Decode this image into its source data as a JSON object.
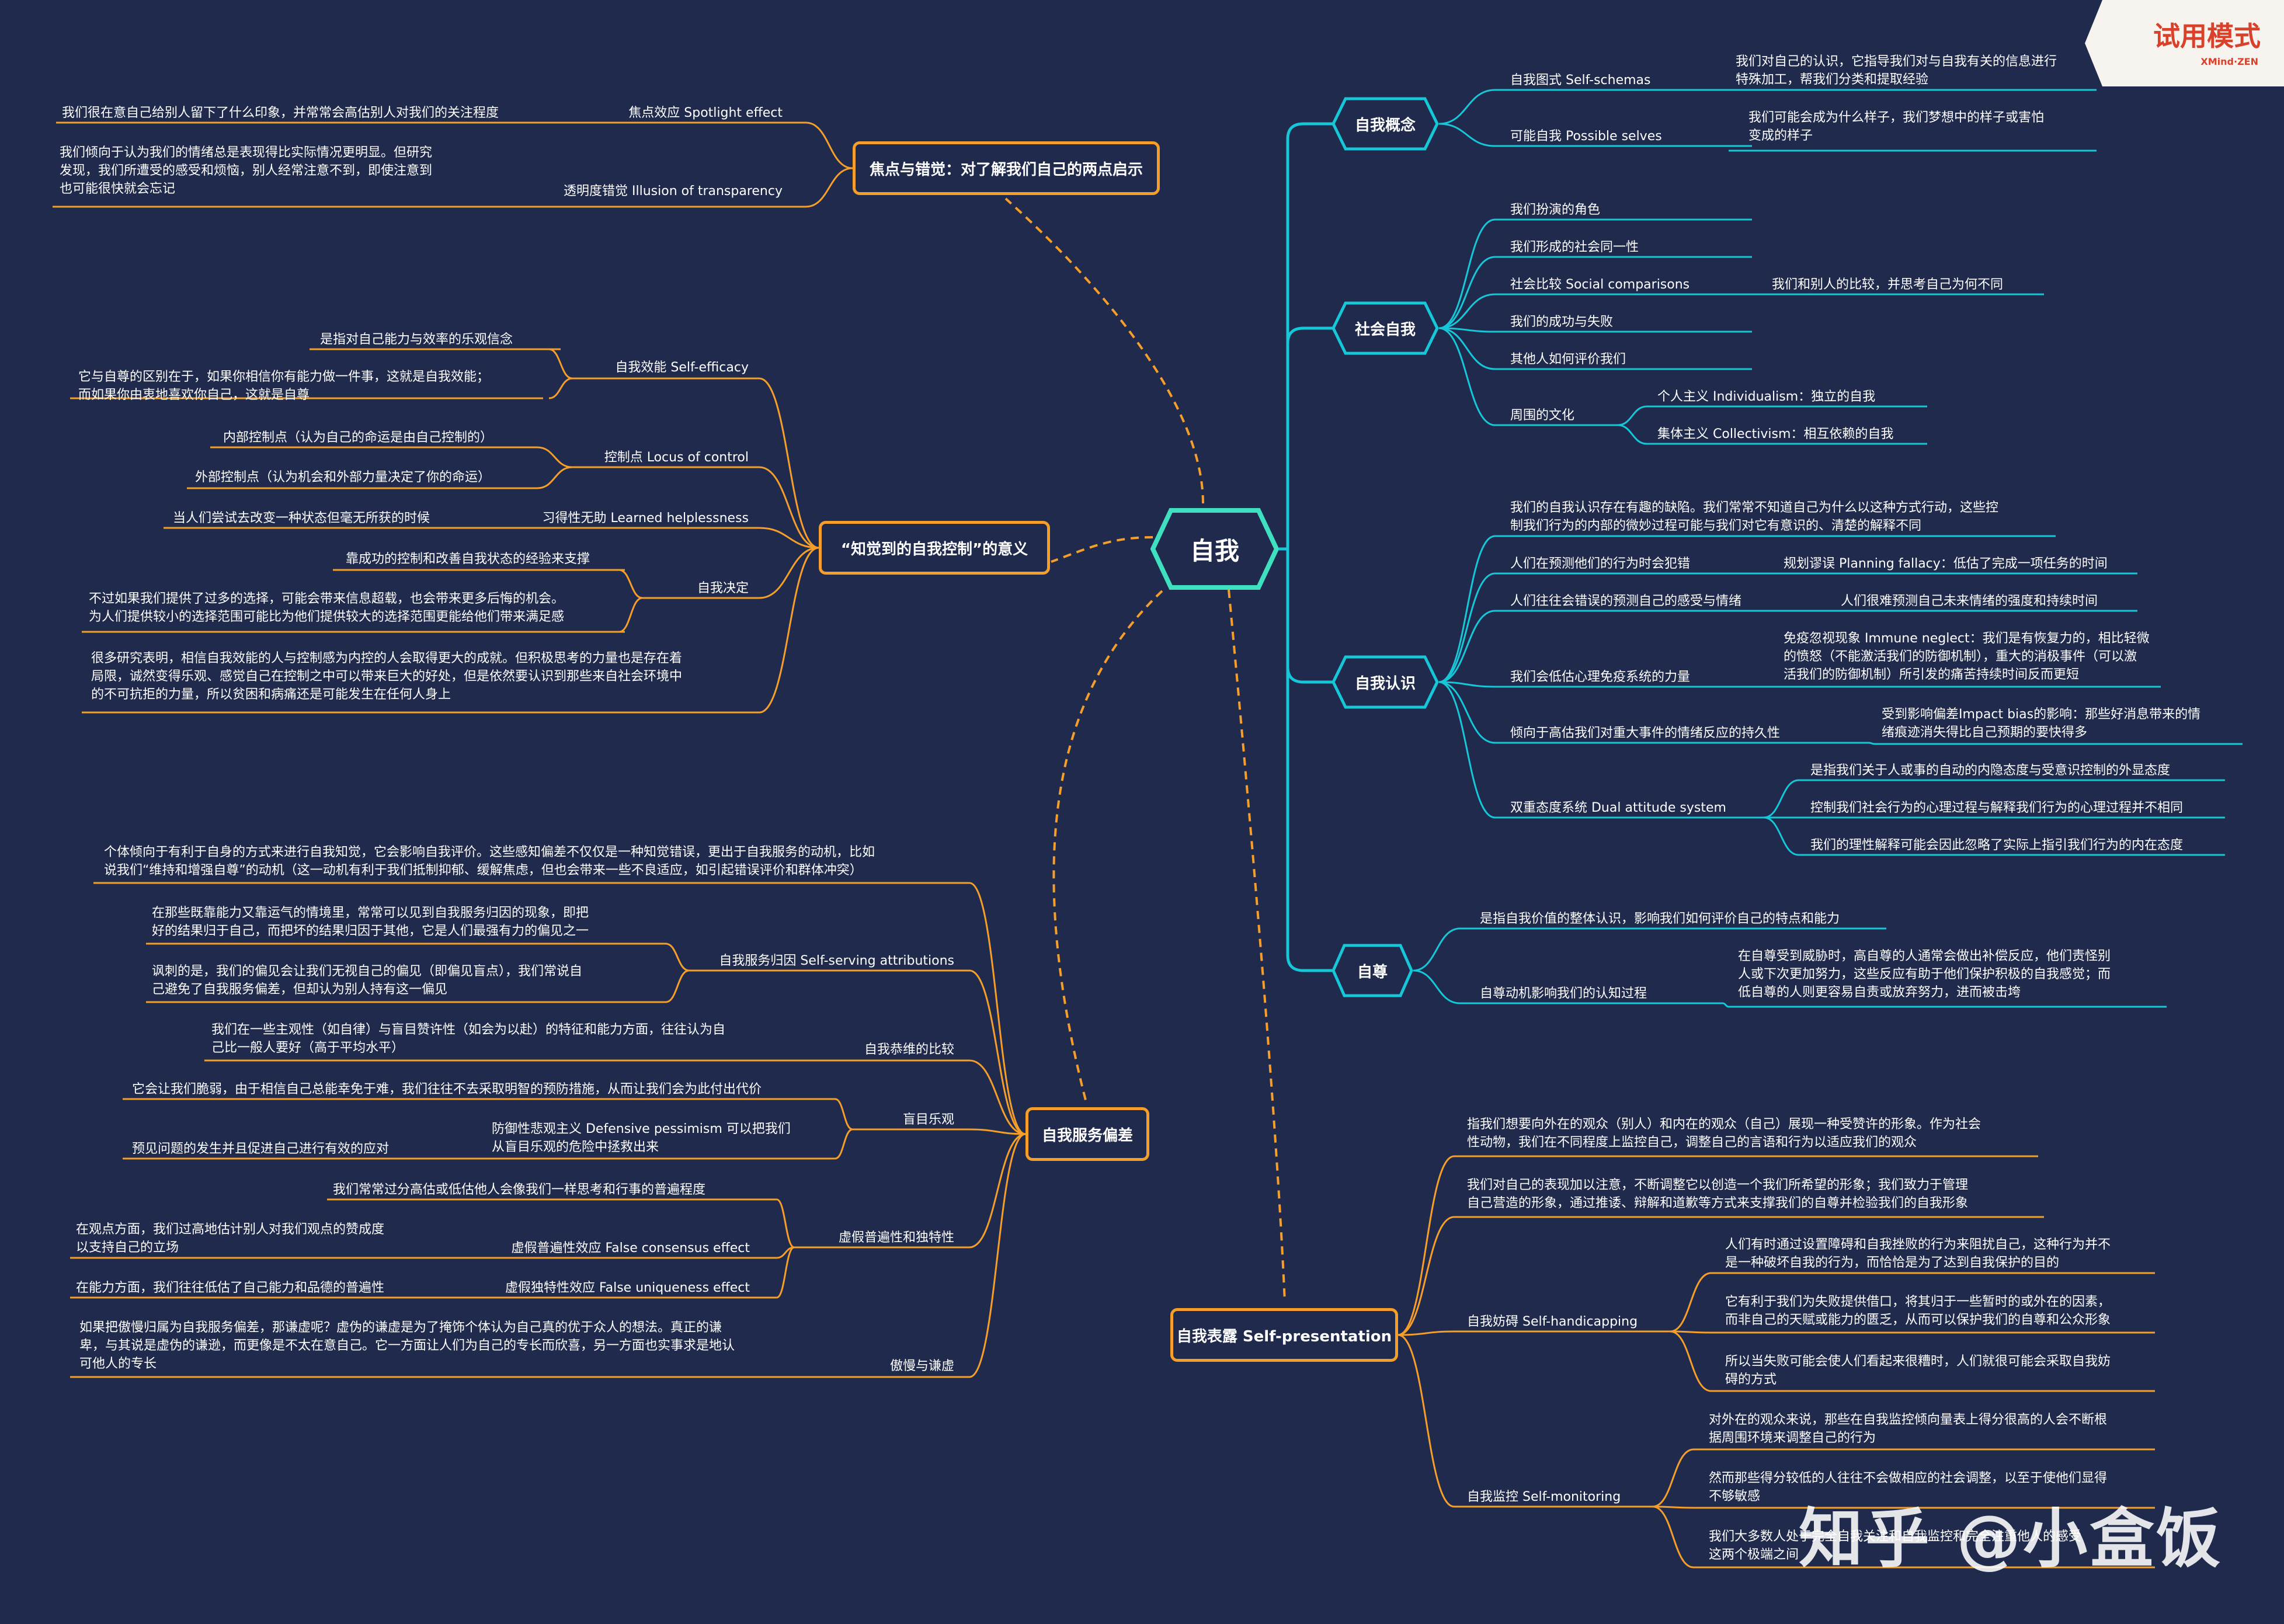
{
  "colors": {
    "background": "#1f2a4d",
    "orange": "#f59e2a",
    "cyan": "#16c7d8",
    "center": "#3ee0c0",
    "trial": "#d9412b"
  },
  "trial": {
    "title": "试用模式",
    "sub": "XMind·ZEN"
  },
  "watermark": "知乎 @小盒饭",
  "center": "自我",
  "right": {
    "concept": {
      "title": "自我概念",
      "schema": {
        "label": "自我图式 Self-schemas",
        "detail": "我们对自己的认识，它指导我们对与自我有关的信息进行\n特殊加工，帮我们分类和提取经验"
      },
      "possible": {
        "label": "可能自我 Possible selves",
        "detail": "我们可能会成为什么样子，我们梦想中的样子或害怕\n变成的样子"
      }
    },
    "social": {
      "title": "社会自我",
      "roles": "我们扮演的角色",
      "identity": "我们形成的社会同一性",
      "comparison": {
        "label": "社会比较 Social comparisons",
        "detail": "我们和别人的比较，并思考自己为何不同"
      },
      "success": "我们的成功与失败",
      "judge": "其他人如何评价我们",
      "culture": {
        "label": "周围的文化",
        "ind": "个人主义 Individualism：独立的自我",
        "col": "集体主义 Collectivism：相互依赖的自我"
      }
    },
    "knowledge": {
      "title": "自我认识",
      "intro": "我们的自我认识存在有趣的缺陷。我们常常不知道自己为什么以这种方式行动，这些控\n制我们行为的内部的微妙过程可能与我们对它有意识的、清楚的解释不同",
      "predictBehavior": {
        "label": "人们在预测他们的行为时会犯错",
        "detail": "规划谬误 Planning fallacy：低估了完成一项任务的时间"
      },
      "predictFeeling": {
        "label": "人们往往会错误的预测自己的感受与情绪",
        "detail": "人们很难预测自己未来情绪的强度和持续时间"
      },
      "immune": {
        "label": "我们会低估心理免疫系统的力量",
        "detail": "免疫忽视现象 Immune neglect：我们是有恢复力的，相比轻微\n的愤怒（不能激活我们的防御机制），重大的消极事件（可以激\n活我们的防御机制）所引发的痛苦持续时间反而更短"
      },
      "impact": {
        "label": "倾向于高估我们对重大事件的情绪反应的持久性",
        "detail": "受到影响偏差Impact bias的影响：那些好消息带来的情\n绪痕迹消失得比自己预期的要快得多"
      },
      "dual": {
        "label": "双重态度系统 Dual attitude system",
        "items": [
          "是指我们关于人或事的自动的内隐态度与受意识控制的外显态度",
          "控制我们社会行为的心理过程与解释我们行为的心理过程并不相同",
          "我们的理性解释可能会因此忽略了实际上指引我们行为的内在态度"
        ]
      }
    },
    "esteem": {
      "title": "自尊",
      "def": "是指自我价值的整体认识，影响我们如何评价自己的特点和能力",
      "motive": {
        "label": "自尊动机影响我们的认知过程",
        "detail": "在自尊受到威胁时，高自尊的人通常会做出补偿反应，他们责怪别\n人或下次更加努力，这些反应有助于他们保护积极的自我感觉；而\n低自尊的人则更容易自责或放弃努力，进而被击垮"
      }
    },
    "presentation": {
      "title": "自我表露 Self-presentation",
      "t1": "指我们想要向外在的观众（别人）和内在的观众（自己）展现一种受赞许的形象。作为社会\n性动物，我们在不同程度上监控自己，调整自己的言语和行为以适应我们的观众",
      "t2": "我们对自己的表现加以注意，不断调整它以创造一个我们所希望的形象；我们致力于管理\n自己营造的形象，通过推诿、辩解和道歉等方式来支撑我们的自尊并检验我们的自我形象",
      "handicap": {
        "label": "自我妨碍 Self-handicapping",
        "items": [
          "人们有时通过设置障碍和自我挫败的行为来阻扰自己，这种行为并不\n是一种破坏自我的行为，而恰恰是为了达到自我保护的目的",
          "它有利于我们为失败提供借口，将其归于一些暂时的或外在的因素，\n而非自己的天赋或能力的匮乏，从而可以保护我们的自尊和公众形象",
          "所以当失败可能会使人们看起来很糟时，人们就很可能会采取自我妨\n碍的方式"
        ]
      },
      "monitor": {
        "label": "自我监控 Self-monitoring",
        "items": [
          "对外在的观众来说，那些在自我监控倾向量表上得分很高的人会不断根\n据周围环境来调整自己的行为",
          "然而那些得分较低的人往往不会做相应的社会调整，以至于使他们显得\n不够敏感",
          "我们大多数人处于完全自我关注和自我监控和完全注重他人的感受\n这两个极端之间"
        ]
      }
    }
  },
  "left": {
    "spotlight": {
      "title": "焦点与错觉：对了解我们自己的两点启示",
      "spot": {
        "label": "焦点效应 Spotlight effect",
        "detail": "我们很在意自己给别人留下了什么印象，并常常会高估别人对我们的关注程度"
      },
      "trans": {
        "label": "透明度错觉 Illusion of transparency",
        "detail": "我们倾向于认为我们的情绪总是表现得比实际情况更明显。但研究\n发现，我们所遭受的感受和烦恼，别人经常注意不到，即使注意到\n也可能很快就会忘记"
      }
    },
    "control": {
      "title": "“知觉到的自我控制”的意义",
      "efficacy": {
        "label": "自我效能 Self-efficacy",
        "d1": "是指对自己能力与效率的乐观信念",
        "d2": "它与自尊的区别在于，如果你相信你有能力做一件事，这就是自我效能；\n而如果你由衷地喜欢你自己，这就是自尊"
      },
      "locus": {
        "label": "控制点 Locus of control",
        "d1": "内部控制点（认为自己的命运是由自己控制的）",
        "d2": "外部控制点（认为机会和外部力量决定了你的命运）"
      },
      "helpless": {
        "label": "习得性无助 Learned helplessness",
        "detail": "当人们尝试去改变一种状态但毫无所获的时候"
      },
      "determ": {
        "label": "自我决定",
        "d1": "靠成功的控制和改善自我状态的经验来支撑",
        "d2": "不过如果我们提供了过多的选择，可能会带来信息超载，也会带来更多后悔的机会。\n为人们提供较小的选择范围可能比为他们提供较大的选择范围更能给他们带来满足感"
      },
      "research": "很多研究表明，相信自我效能的人与控制感为内控的人会取得更大的成就。但积极思考的力量也是存在着\n局限，诚然变得乐观、感觉自己在控制之中可以带来巨大的好处，但是依然要认识到那些来自社会环境中\n的不可抗拒的力量，所以贫困和病痛还是可能发生在任何人身上"
    },
    "bias": {
      "title": "自我服务偏差",
      "intro": "个体倾向于有利于自身的方式来进行自我知觉，它会影响自我评价。这些感知偏差不仅仅是一种知觉错误，更出于自我服务的动机，比如\n说我们“维持和增强自尊”的动机（这一动机有利于我们抵制抑郁、缓解焦虑，但也会带来一些不良适应，如引起错误评价和群体冲突）",
      "attribution": {
        "label": "自我服务归因 Self-serving attributions",
        "d1": "在那些既靠能力又靠运气的情境里，常常可以见到自我服务归因的现象，即把\n好的结果归于自己，而把坏的结果归因于其他，它是人们最强有力的偏见之一",
        "d2": "讽刺的是，我们的偏见会让我们无视自己的偏见（即偏见盲点），我们常说自\n己避免了自我服务偏差，但却认为别人持有这一偏见"
      },
      "flatter": {
        "label": "自我恭维的比较",
        "detail": "我们在一些主观性（如自律）与盲目赞许性（如会为以赴）的特征和能力方面，往往认为自\n己比一般人要好（高于平均水平）"
      },
      "optimism": {
        "label": "盲目乐观",
        "d1": "它会让我们脆弱，由于相信自己总能幸免于难，我们往往不去采取明智的预防措施，从而让我们会为此付出代价",
        "def": {
          "label": "防御性悲观主义 Defensive pessimism 可以把我们\n从盲目乐观的危险中拯救出来",
          "detail": "预见问题的发生并且促进自己进行有效的应对"
        }
      },
      "false": {
        "label": "虚假普遍性和独特性",
        "d1": "我们常常过分高估或低估他人会像我们一样思考和行事的普遍程度",
        "consensus": {
          "label": "虚假普遍性效应 False consensus effect",
          "detail": "在观点方面，我们过高地估计别人对我们观点的赞成度\n以支持自己的立场"
        },
        "unique": {
          "label": "虚假独特性效应 False uniqueness effect",
          "detail": "在能力方面，我们往往低估了自己能力和品德的普遍性"
        }
      },
      "pride": {
        "label": "傲慢与谦虚",
        "detail": "如果把傲慢归属为自我服务偏差，那谦虚呢？虚伪的谦虚是为了掩饰个体认为自己真的优于众人的想法。真正的谦\n卑，与其说是虚伪的谦逊，而更像是不太在意自己。它一方面让人们为自己的专长而欣喜，另一方面也实事求是地认\n可他人的专长"
      }
    }
  }
}
